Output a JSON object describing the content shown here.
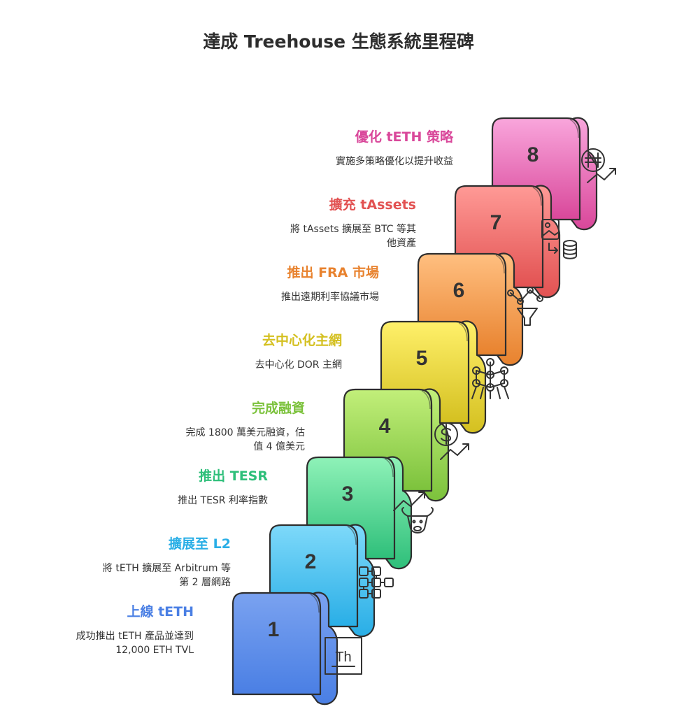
{
  "title": "達成 Treehouse 生態系統里程碑",
  "milestones": [
    {
      "number": "1",
      "title": "上線 tETH",
      "desc": "成功推出 tETH 產品並達到\n12,000 ETH TVL",
      "color": "#4a7fe4",
      "color_light": "#7aa2f0",
      "icon": "th-logo-icon",
      "icon_text": "Th"
    },
    {
      "number": "2",
      "title": "擴展至 L2",
      "desc": "將 tETH 擴展至 Arbitrum 等\n第 2 層網路",
      "color": "#29aee6",
      "color_light": "#7ed9fa",
      "icon": "network-blocks-icon"
    },
    {
      "number": "3",
      "title": "推出 TESR",
      "desc": "推出 TESR 利率指數",
      "color": "#2ebf7a",
      "color_light": "#8ff2b8",
      "icon": "bull-trend-icon"
    },
    {
      "number": "4",
      "title": "完成融資",
      "desc": "完成 1800 萬美元融資，估\n值 4 億美元",
      "color": "#7cc23c",
      "color_light": "#c2ef7a",
      "icon": "dollar-growth-icon"
    },
    {
      "number": "5",
      "title": "去中心化主網",
      "desc": "去中心化 DOR 主網",
      "color": "#d4c020",
      "color_light": "#fff06a",
      "icon": "decentralized-network-icon"
    },
    {
      "number": "6",
      "title": "推出 FRA 市場",
      "desc": "推出遠期利率協議市場",
      "color": "#e8822e",
      "color_light": "#ffbf80",
      "icon": "funnel-network-icon"
    },
    {
      "number": "7",
      "title": "擴充 tAssets",
      "desc": "將 tAssets 擴展至 BTC 等其\n他資產",
      "color": "#e25252",
      "color_light": "#ff9a96",
      "icon": "asset-database-icon"
    },
    {
      "number": "8",
      "title": "優化 tETH 策略",
      "desc": "實施多策略優化以提升收益",
      "color": "#d9479a",
      "color_light": "#f9a6dc",
      "icon": "naira-growth-icon"
    }
  ]
}
